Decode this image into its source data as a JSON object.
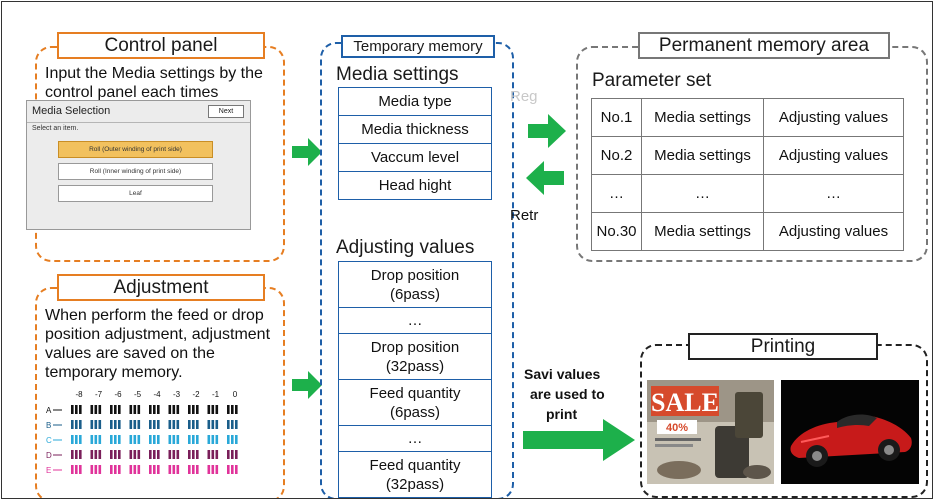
{
  "control_panel": {
    "title": "Control panel",
    "text": "Input the Media settings by the control panel each times changing media",
    "screen": {
      "header": "Media Selection",
      "next_label": "Next",
      "hint": "Select an item.",
      "options": [
        "Roll (Outer winding of print side)",
        "Roll (Inner winding of print side)",
        "Leaf"
      ]
    }
  },
  "adjustment": {
    "title": "Adjustment",
    "text": "When perform the feed or drop position adjustment, adjustment values are saved on the temporary memory.",
    "pattern": {
      "column_labels": [
        "-8",
        "-7",
        "-6",
        "-5",
        "-4",
        "-3",
        "-2",
        "-1",
        "0"
      ],
      "row_labels": [
        "A",
        "B",
        "C",
        "D",
        "E"
      ],
      "row_colors": [
        "#111111",
        "#1a5e8a",
        "#29a8d8",
        "#7a1f5a",
        "#e0339a"
      ]
    }
  },
  "temporary_memory": {
    "title": "Temporary memory",
    "media_settings_label": "Media settings",
    "media_settings_items": [
      "Media type",
      "Media thickness",
      "Vaccum level",
      "Head hight"
    ],
    "adjusting_values_label": "Adjusting values",
    "adjusting_values_items": [
      "Drop position\n(6pass)",
      "…",
      "Drop position\n(32pass)",
      "Feed quantity\n(6pass)",
      "…",
      "Feed quantity\n(32pass)"
    ]
  },
  "permanent_memory": {
    "title": "Permanent memory area",
    "parameter_set_label": "Parameter set",
    "rows": [
      [
        "No.1",
        "Media settings",
        "Adjusting values"
      ],
      [
        "No.2",
        "Media settings",
        "Adjusting values"
      ],
      [
        "…",
        "…",
        "…"
      ],
      [
        "No.30",
        "Media settings",
        "Adjusting values"
      ]
    ]
  },
  "arrows": {
    "register_label": "Reg",
    "retrieve_label": "Retr",
    "saved_values_lines": [
      "Savi values",
      "are used to",
      "print"
    ]
  },
  "printing": {
    "title": "Printing",
    "sale_text": "SALE",
    "discount_text": "40%"
  },
  "colors": {
    "orange": "#e67e22",
    "blue": "#1e5fa8",
    "gray": "#777777",
    "green": "#1db04b"
  }
}
